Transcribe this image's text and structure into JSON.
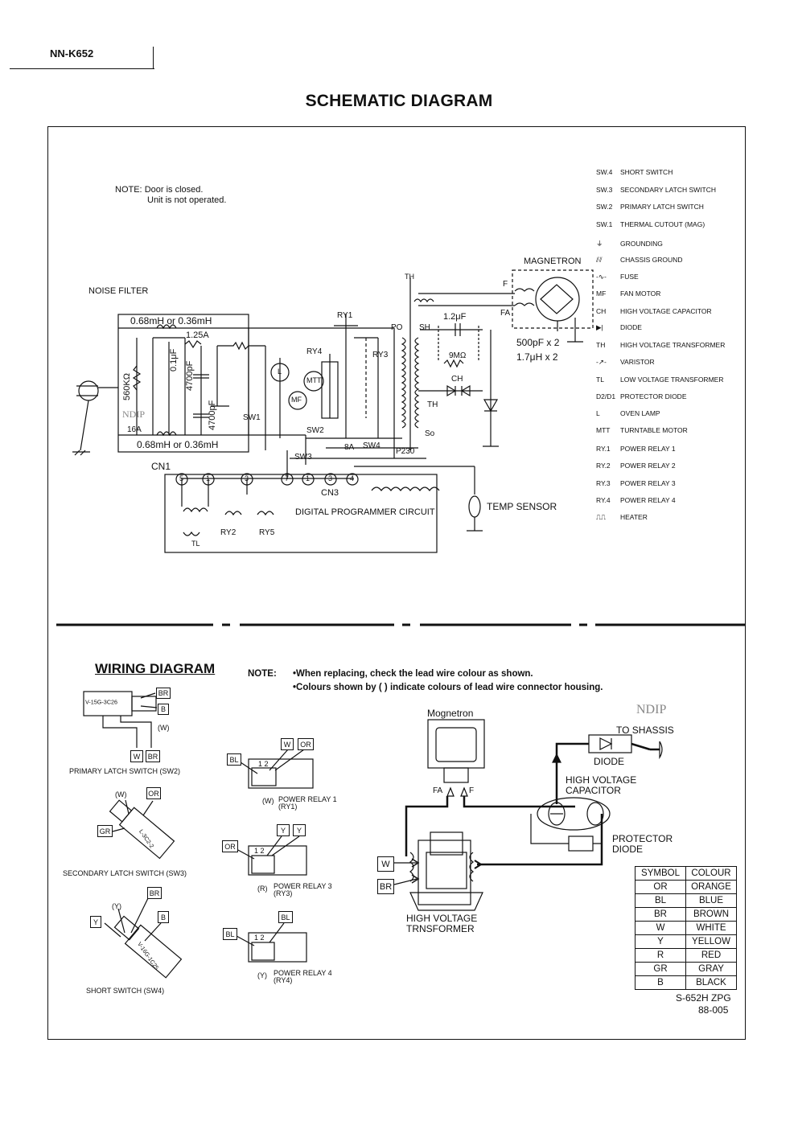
{
  "header": {
    "model": "NN-K652",
    "title": "SCHEMATIC DIAGRAM"
  },
  "schematic": {
    "note_label": "NOTE:",
    "note_line1": "Door is closed.",
    "note_line2": "Unit is not operated.",
    "noise_filter": "NOISE FILTER",
    "inductor_top": "0.68mH or 0.36mH",
    "inductor_bottom": "0.68mH or 0.36mH",
    "fuse_125": "1.25A",
    "res_560k": "560KΩ",
    "cap_01": "0.1μF",
    "cap_4700a": "4700pF",
    "cap_4700b": "4700pF",
    "fuse_16a": "16A",
    "cn1": "CN1",
    "cn3": "CN3",
    "ry1": "RY1",
    "ry3": "RY3",
    "ry4": "RY4",
    "ry2": "RY2",
    "ry5": "RY5",
    "sw1": "SW1",
    "sw2": "SW2",
    "sw3": "SW3",
    "sw4": "SW4",
    "fuse_8a": "8A",
    "p230": "P230",
    "po": "PO",
    "th_top": "TH",
    "sh": "SH",
    "so": "So",
    "th_mid": "TH",
    "cap_12": "1.2μF",
    "res_9m": "9MΩ",
    "ch": "CH",
    "magnetron": "MAGNETRON",
    "f": "F",
    "fa": "FA",
    "cap_500": "500pF x 2",
    "ind_17": "1.7μH x 2",
    "motor_l": "L",
    "motor_mtt": "MTT",
    "motor_mf": "MF",
    "tl": "TL",
    "digital": "DIGITAL PROGRAMMER CIRCUIT",
    "temp_sensor": "TEMP SENSOR",
    "watermark": "NDIP",
    "pins": [
      "5",
      "1",
      "3",
      "7",
      "1",
      "3",
      "4"
    ]
  },
  "legend": [
    {
      "sym": "SW.4",
      "label": "SHORT SWITCH"
    },
    {
      "sym": "SW.3",
      "label": "SECONDARY LATCH SWITCH"
    },
    {
      "sym": "SW.2",
      "label": "PRIMARY LATCH SWITCH"
    },
    {
      "sym": "SW.1",
      "label": "THERMAL CUTOUT (MAG)"
    },
    {
      "sym": "⏚",
      "label": "GROUNDING"
    },
    {
      "sym": "⫽⫽",
      "label": "CHASSIS GROUND"
    },
    {
      "sym": "-∿-",
      "label": "FUSE"
    },
    {
      "sym": "MF",
      "label": "FAN MOTOR"
    },
    {
      "sym": "CH",
      "label": "HIGH VOLTAGE CAPACITOR"
    },
    {
      "sym": "▶|",
      "label": "DIODE"
    },
    {
      "sym": "TH",
      "label": "HIGH VOLTAGE TRANSFORMER"
    },
    {
      "sym": "-↗-",
      "label": "VARISTOR"
    },
    {
      "sym": "TL",
      "label": "LOW VOLTAGE TRANSFORMER"
    },
    {
      "sym": "D2/D1",
      "label": "PROTECTOR DIODE"
    },
    {
      "sym": "L",
      "label": "OVEN LAMP"
    },
    {
      "sym": "MTT",
      "label": "TURNTABLE MOTOR"
    },
    {
      "sym": "RY.1",
      "label": "POWER RELAY 1"
    },
    {
      "sym": "RY.2",
      "label": "POWER RELAY 2"
    },
    {
      "sym": "RY.3",
      "label": "POWER RELAY 3"
    },
    {
      "sym": "RY.4",
      "label": "POWER RELAY 4"
    },
    {
      "sym": "⎍⎍",
      "label": "HEATER"
    }
  ],
  "wiring": {
    "title": "WIRING DIAGRAM",
    "note_label": "NOTE:",
    "note1": "•When replacing, check the lead wire colour as shown.",
    "note2": "•Colours shown by (   ) indicate colours of lead wire connector housing.",
    "primary_switch": "PRIMARY LATCH SWITCH (SW2)",
    "primary_part": "V-15G-3C26",
    "secondary_switch": "SECONDARY LATCH SWITCH (SW3)",
    "secondary_part": "L-3C2-2",
    "short_switch": "SHORT SWITCH (SW4)",
    "short_part": "V-16G-1C25",
    "relay1": "POWER RELAY 1",
    "relay1_code": "(RY1)",
    "relay3": "POWER RELAY 3",
    "relay3_code": "(RY3)",
    "relay4": "POWER RELAY 4",
    "relay4_code": "(RY4)",
    "pins12": "1 2",
    "w_paren": "(W)",
    "r_paren": "(R)",
    "y_paren": "(Y)",
    "tags": {
      "br": "BR",
      "b": "B",
      "w": "W",
      "or": "OR",
      "gr": "GR",
      "y": "Y",
      "bl": "BL"
    },
    "magnetron": "Mognetron",
    "mag_fa": "FA",
    "mag_f": "F",
    "to_chassis": "TO SHASSIS",
    "diode": "DIODE",
    "hv_capacitor_1": "HIGH VOLTAGE",
    "hv_capacitor_2": "CAPACITOR",
    "protector_1": "PROTECTOR",
    "protector_2": "DIODE",
    "hv_transformer_1": "HIGH VOLTAGE",
    "hv_transformer_2": "TRNSFORMER",
    "watermark": "NDIP",
    "code1": "S-652H ZPG",
    "code2": "88-005"
  },
  "colour_table": {
    "header_symbol": "SYMBOL",
    "header_colour": "COLOUR",
    "rows": [
      {
        "symbol": "OR",
        "colour": "ORANGE"
      },
      {
        "symbol": "BL",
        "colour": "BLUE"
      },
      {
        "symbol": "BR",
        "colour": "BROWN"
      },
      {
        "symbol": "W",
        "colour": "WHITE"
      },
      {
        "symbol": "Y",
        "colour": "YELLOW"
      },
      {
        "symbol": "R",
        "colour": "RED"
      },
      {
        "symbol": "GR",
        "colour": "GRAY"
      },
      {
        "symbol": "B",
        "colour": "BLACK"
      }
    ]
  }
}
